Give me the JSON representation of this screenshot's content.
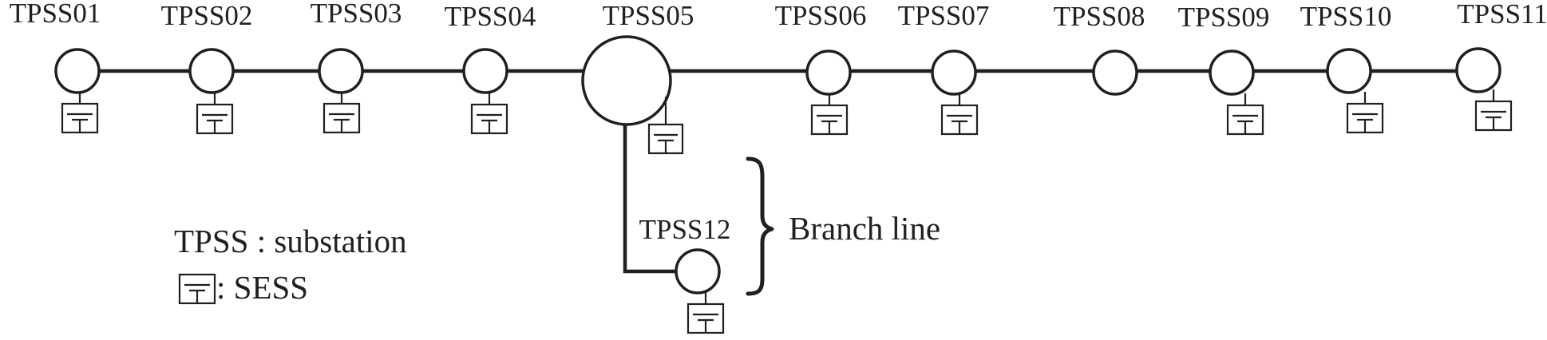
{
  "diagram": {
    "substations": [
      {
        "id": "tpss01",
        "label": "TPSS01",
        "sess": true
      },
      {
        "id": "tpss02",
        "label": "TPSS02",
        "sess": true
      },
      {
        "id": "tpss03",
        "label": "TPSS03",
        "sess": true
      },
      {
        "id": "tpss04",
        "label": "TPSS04",
        "sess": true
      },
      {
        "id": "tpss05",
        "label": "TPSS05",
        "sess": true
      },
      {
        "id": "tpss06",
        "label": "TPSS06",
        "sess": true
      },
      {
        "id": "tpss07",
        "label": "TPSS07",
        "sess": true
      },
      {
        "id": "tpss08",
        "label": "TPSS08",
        "sess": false
      },
      {
        "id": "tpss09",
        "label": "TPSS09",
        "sess": true
      },
      {
        "id": "tpss10",
        "label": "TPSS10",
        "sess": true
      },
      {
        "id": "tpss11",
        "label": "TPSS11",
        "sess": true
      },
      {
        "id": "tpss12",
        "label": "TPSS12",
        "sess": true
      }
    ],
    "branch_label": "Branch line",
    "legend": {
      "tpss_text": "TPSS : substation",
      "sess_text": ": SESS"
    }
  }
}
